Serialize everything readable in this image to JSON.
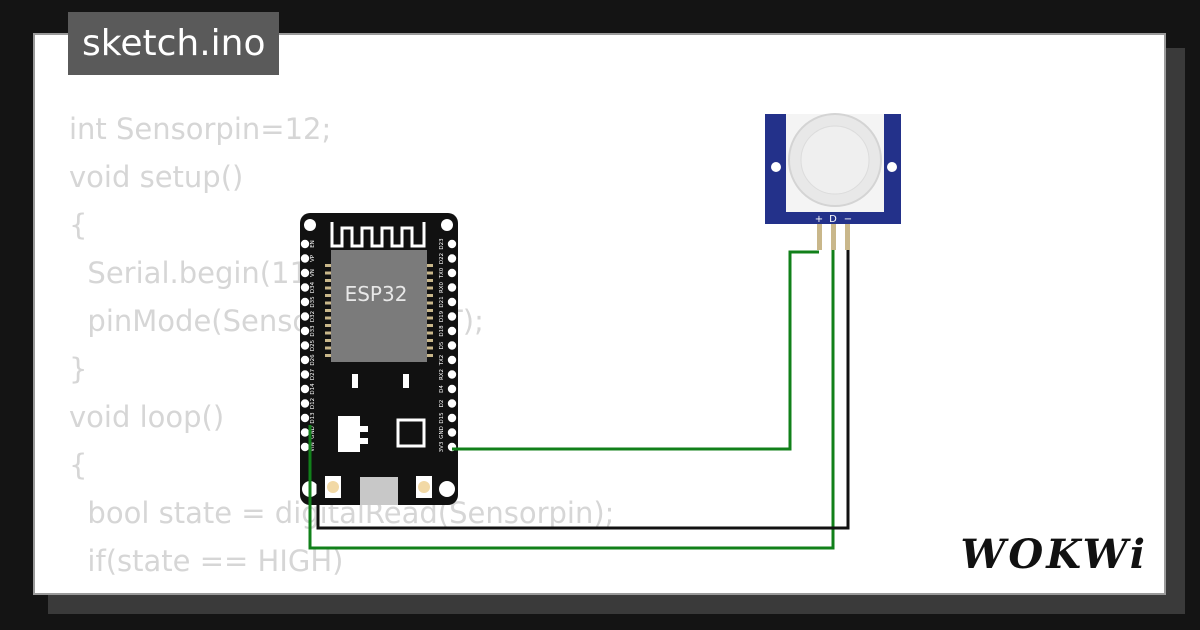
{
  "file_tab": {
    "label": "sketch.ino"
  },
  "code_lines": [
    "int Sensorpin=12;",
    "void setup()",
    "{",
    "  Serial.begin(115200);",
    "  pinMode(Sensorpin,INPUT);",
    "}",
    "void loop()",
    "{",
    "  bool state = digitalRead(Sensorpin);",
    "  if(state == HIGH)",
    "  {"
  ],
  "board": {
    "chip_label": "ESP32",
    "left_pins": [
      "EN",
      "VP",
      "VN",
      "D34",
      "D35",
      "D32",
      "D33",
      "D25",
      "D26",
      "D27",
      "D14",
      "D12",
      "D13",
      "GND",
      "VIN"
    ],
    "right_pins": [
      "D23",
      "D22",
      "TX0",
      "RX0",
      "D21",
      "D19",
      "D18",
      "D5",
      "TX2",
      "RX2",
      "D4",
      "D2",
      "D15",
      "GND",
      "3V3"
    ],
    "body_color": "#111111",
    "chip_color": "#7b7b7b"
  },
  "sensor": {
    "pin_labels": [
      "+",
      "D",
      "−"
    ],
    "board_color": "#23318a",
    "dome_color": "#e8e8e8"
  },
  "wires": {
    "vcc_color": "#11801a",
    "signal_color": "#11801a",
    "gnd_color": "#111111"
  },
  "logo": {
    "text": "WOKWi"
  }
}
